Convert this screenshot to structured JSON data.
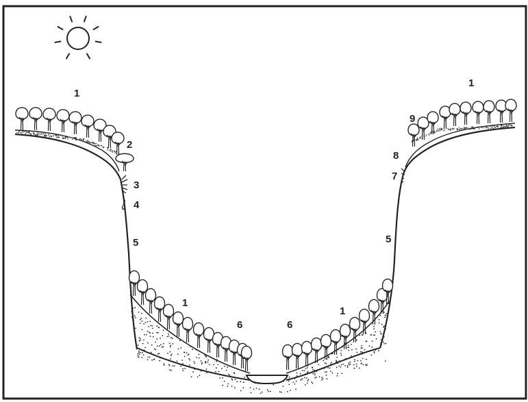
{
  "labels": {
    "left_top": "1",
    "left_edge_trees": "2",
    "left_shrub": "3",
    "left_small_plant": "4",
    "left_cliff": "5",
    "left_slope": "1",
    "left_river_trees": "6",
    "right_river_trees": "6",
    "right_slope": "1",
    "right_cliff": "5",
    "right_low_zone": "7",
    "right_shrub_zone": "8",
    "right_edge_trees": "9",
    "right_top": "1"
  },
  "colors": {
    "ink": "#222222",
    "background": "#ffffff"
  },
  "icons": {
    "sun": "sun-icon",
    "tree": "tree-icon"
  }
}
